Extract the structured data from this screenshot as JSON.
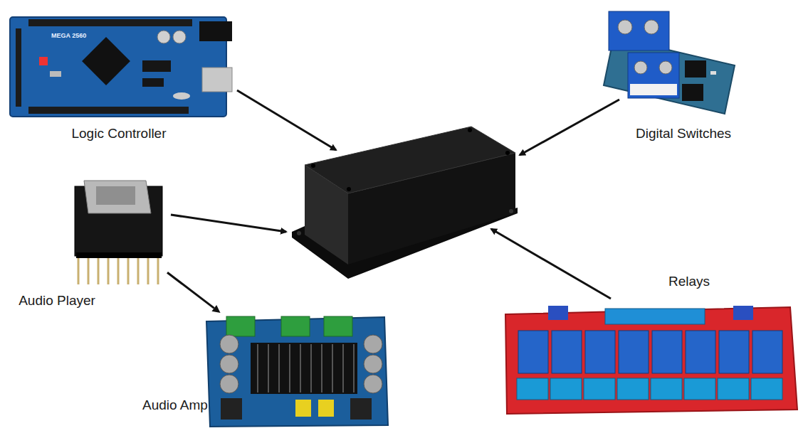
{
  "diagram": {
    "nodes": [
      {
        "text": [
          "Logic Controller"
        ]
      },
      {
        "text": [
          "Digital Switches"
        ]
      },
      {
        "text": [
          "Audio Player"
        ]
      },
      {
        "text": [
          "Relays"
        ]
      },
      {
        "text": [
          "Audio Amp"
        ]
      }
    ],
    "edges": [
      {
        "from": 2,
        "to": 4,
        "arrow": "to"
      }
    ],
    "labels": [
      "MEGA 2560"
    ]
  }
}
